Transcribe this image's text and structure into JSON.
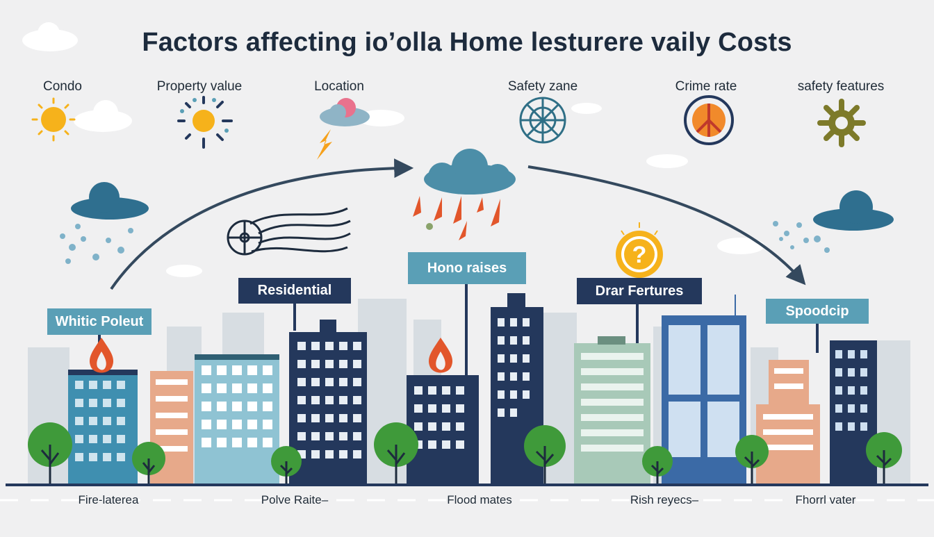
{
  "title": "Factors affecting io’olla Home lesturere vaily Costs",
  "factors": [
    {
      "label": "Condo",
      "icon": "sun-icon"
    },
    {
      "label": "Property value",
      "icon": "sun-burst-icon"
    },
    {
      "label": "Location",
      "icon": "storm-cloud-icon"
    },
    {
      "label": "Safety zane",
      "icon": "compass-wheel-icon"
    },
    {
      "label": "Crime rate",
      "icon": "peace-sign-icon"
    },
    {
      "label": "safety features",
      "icon": "gear-icon"
    }
  ],
  "signs": {
    "whitic_poleut": "Whitic Poleut",
    "residential": "Residential",
    "hono_raises": "Hono raises",
    "drar_fertures": "Drar Fertures",
    "spoodcip": "Spoodcip"
  },
  "bottom_labels": [
    "Fire-laterea",
    "Polve Raite–",
    "Flood mates",
    "Rish reyecs–",
    "Fhorrl vater"
  ],
  "colors": {
    "navy": "#24385c",
    "teal": "#5a9fb6",
    "flame": "#e2562b",
    "sun": "#f6b21b",
    "tree": "#3f9a3a"
  }
}
